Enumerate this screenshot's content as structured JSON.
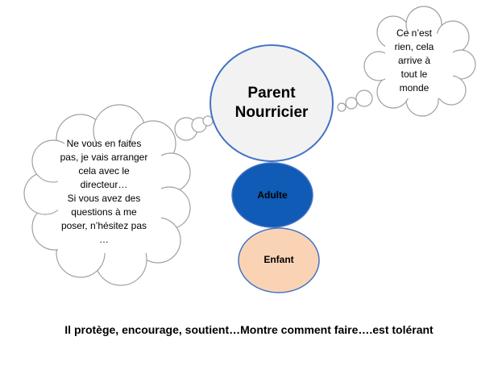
{
  "diagram": {
    "parent": {
      "lines": [
        "Parent",
        "Nourricier"
      ],
      "fill": "#F2F2F2",
      "stroke": "#4472C4"
    },
    "adulte": {
      "label": "Adulte",
      "fill": "#0F5BB5",
      "stroke": "#4472C4"
    },
    "enfant": {
      "label": "Enfant",
      "fill": "#FAD3B5",
      "stroke": "#4472C4"
    },
    "left_bubble": {
      "lines": [
        "Ne vous en faites",
        "pas, je vais arranger",
        "cela avec le",
        "directeur…",
        "Si vous avez des",
        "questions à me",
        "poser, n’hésitez pas",
        "…"
      ]
    },
    "right_bubble": {
      "lines": [
        "Ce n’est",
        "rien, cela",
        "arrive à",
        "tout le",
        "monde"
      ]
    },
    "caption": "Il protège, encourage, soutient…Montre comment faire….est tolérant",
    "colors": {
      "cloud_stroke": "#A0A0A0",
      "cloud_fill": "#FFFFFF",
      "text": "#000000"
    }
  }
}
